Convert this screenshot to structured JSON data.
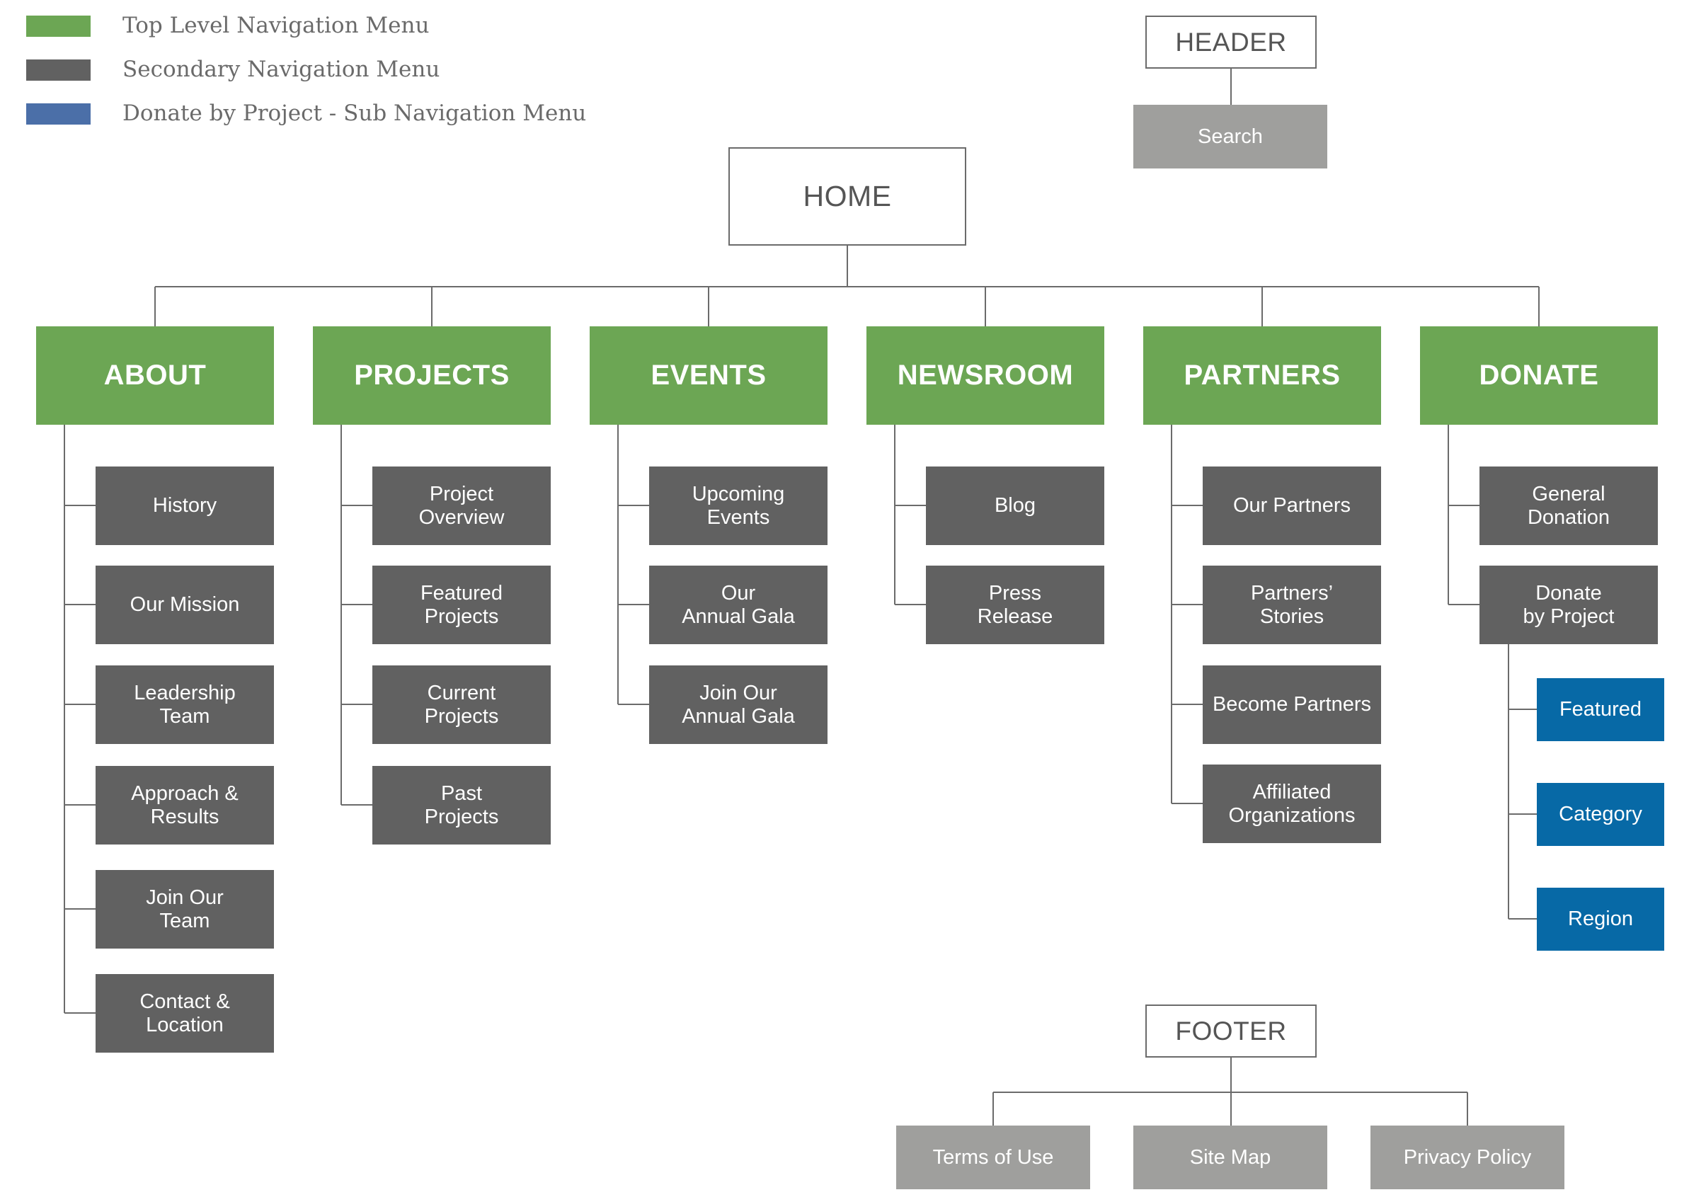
{
  "legend": [
    {
      "label": "Top Level Navigation Menu",
      "color": "#6ca654"
    },
    {
      "label": "Secondary Navigation Menu",
      "color": "#616161"
    },
    {
      "label": "Donate by Project - Sub Navigation Menu",
      "color": "#4b6fa8"
    }
  ],
  "header": {
    "label": "HEADER",
    "children": [
      "Search"
    ]
  },
  "home": {
    "label": "HOME"
  },
  "menus": [
    {
      "label": "ABOUT",
      "items": [
        "History",
        "Our Mission",
        "Leadership\nTeam",
        "Approach &\nResults",
        "Join Our\nTeam",
        "Contact &\nLocation"
      ]
    },
    {
      "label": "PROJECTS",
      "items": [
        "Project\nOverview",
        "Featured\nProjects",
        "Current\nProjects",
        "Past\nProjects"
      ]
    },
    {
      "label": "EVENTS",
      "items": [
        "Upcoming\nEvents",
        "Our\nAnnual Gala",
        "Join Our\nAnnual Gala"
      ]
    },
    {
      "label": "NEWSROOM",
      "items": [
        "Blog",
        "Press\nRelease"
      ]
    },
    {
      "label": "PARTNERS",
      "items": [
        "Our Partners",
        "Partners’\nStories",
        "Become Partners",
        "Affiliated\nOrganizations"
      ]
    },
    {
      "label": "DONATE",
      "items": [
        "General\nDonation",
        "Donate\nby Project"
      ]
    }
  ],
  "donate_sub": [
    "Featured",
    "Category",
    "Region"
  ],
  "footer": {
    "label": "FOOTER",
    "children": [
      "Terms of Use",
      "Site Map",
      "Privacy Policy"
    ]
  },
  "colors": {
    "line": "#6b6b6b",
    "top": "#6ca654",
    "secondary": "#616161",
    "sub": "#0769a6",
    "light": "#9f9f9d"
  }
}
